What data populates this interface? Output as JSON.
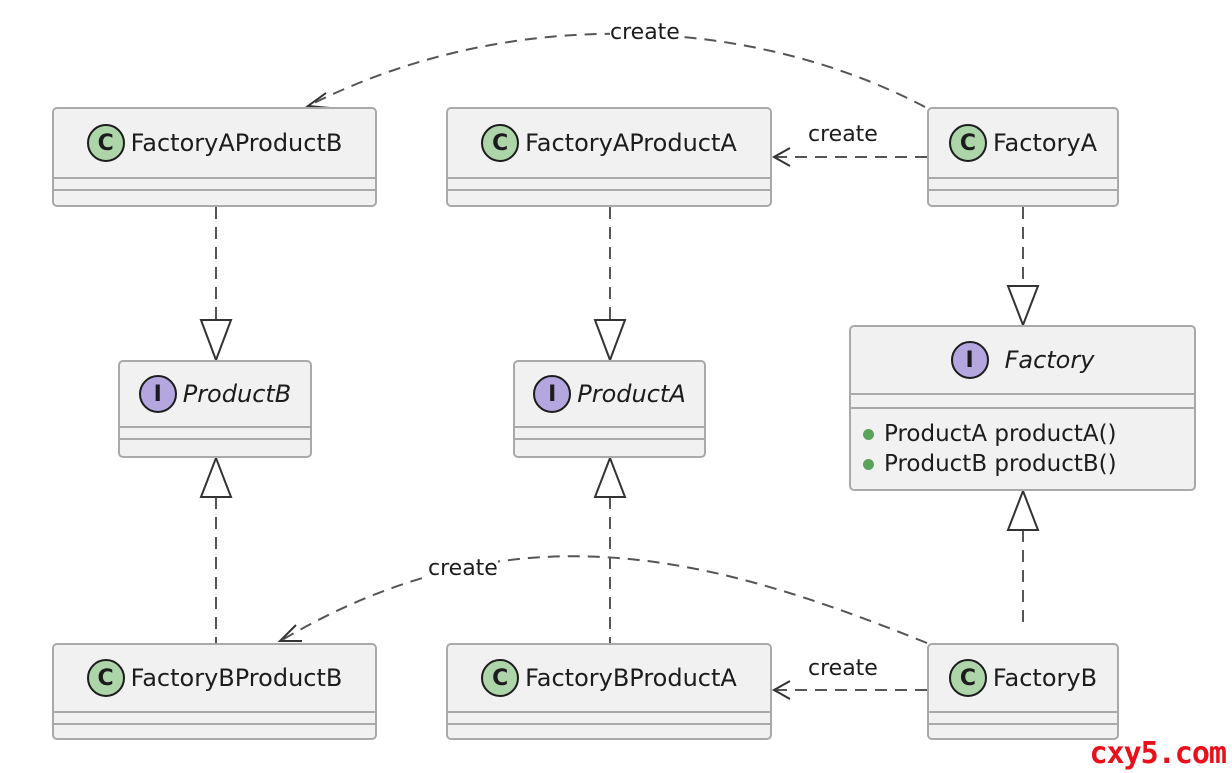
{
  "classes": {
    "factory_a_product_b": {
      "name": "FactoryAProductB",
      "stereotype": "C"
    },
    "factory_a_product_a": {
      "name": "FactoryAProductA",
      "stereotype": "C"
    },
    "factory_a": {
      "name": "FactoryA",
      "stereotype": "C"
    },
    "product_b": {
      "name": "ProductB",
      "stereotype": "I"
    },
    "product_a": {
      "name": "ProductA",
      "stereotype": "I"
    },
    "factory": {
      "name": "Factory",
      "stereotype": "I",
      "methods": [
        "ProductA productA()",
        "ProductB productB()"
      ]
    },
    "factory_b_product_b": {
      "name": "FactoryBProductB",
      "stereotype": "C"
    },
    "factory_b_product_a": {
      "name": "FactoryBProductA",
      "stereotype": "C"
    },
    "factory_b": {
      "name": "FactoryB",
      "stereotype": "C"
    }
  },
  "edges": {
    "a_create_b": {
      "label": "create",
      "from": "FactoryA",
      "to": "FactoryAProductB",
      "type": "dependency"
    },
    "a_create_a": {
      "label": "create",
      "from": "FactoryA",
      "to": "FactoryAProductA",
      "type": "dependency"
    },
    "b_create_b": {
      "label": "create",
      "from": "FactoryB",
      "to": "FactoryBProductB",
      "type": "dependency"
    },
    "b_create_a": {
      "label": "create",
      "from": "FactoryB",
      "to": "FactoryBProductA",
      "type": "dependency"
    },
    "realizations": [
      {
        "from": "FactoryAProductB",
        "to": "ProductB"
      },
      {
        "from": "FactoryAProductA",
        "to": "ProductA"
      },
      {
        "from": "FactoryA",
        "to": "Factory"
      },
      {
        "from": "FactoryBProductB",
        "to": "ProductB"
      },
      {
        "from": "FactoryBProductA",
        "to": "ProductA"
      },
      {
        "from": "FactoryB",
        "to": "Factory"
      }
    ]
  },
  "watermark": "cxy5.com",
  "colors": {
    "class_badge": "#aed4aa",
    "interface_badge": "#b4a7e0",
    "method_dot": "#5aa35d",
    "box_fill": "#f1f1f1",
    "border": "#a9a9a9",
    "watermark": "#e8101b"
  }
}
